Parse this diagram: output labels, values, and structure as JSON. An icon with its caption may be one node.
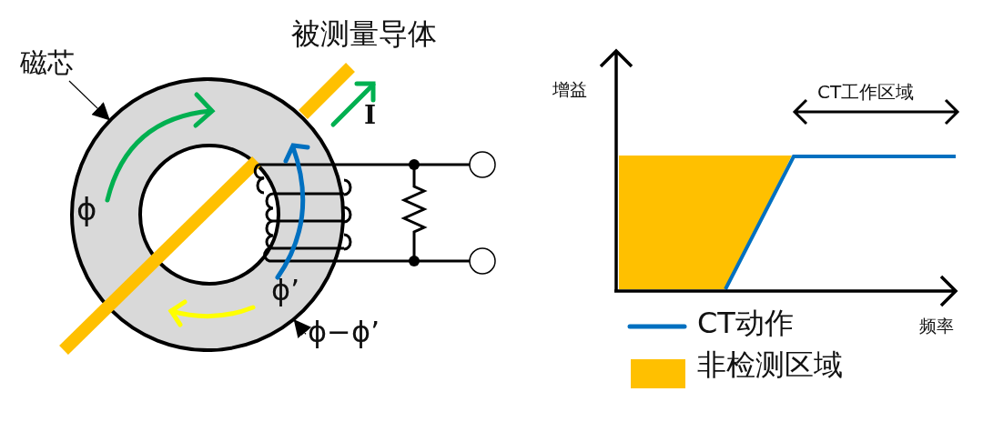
{
  "diagram": {
    "nodes": [
      {
        "text": [],
        "shape": "circle"
      },
      {
        "text": [
          "磁芯"
        ]
      },
      {
        "text": [
          "ϕ−ϕ’"
        ]
      }
    ],
    "edges": [
      {
        "from": 1,
        "to": 0,
        "arrow": "to"
      },
      {
        "from": 2,
        "to": 0,
        "arrow": "to"
      }
    ],
    "labels": [
      "被测量导体",
      "I",
      "ϕ",
      "ϕ’",
      "增益",
      "CT工作区域",
      "频率"
    ],
    "legend": [
      {
        "text": "CT动作"
      },
      {
        "text": "非检测区域",
        "color": "#ffc000"
      }
    ]
  }
}
